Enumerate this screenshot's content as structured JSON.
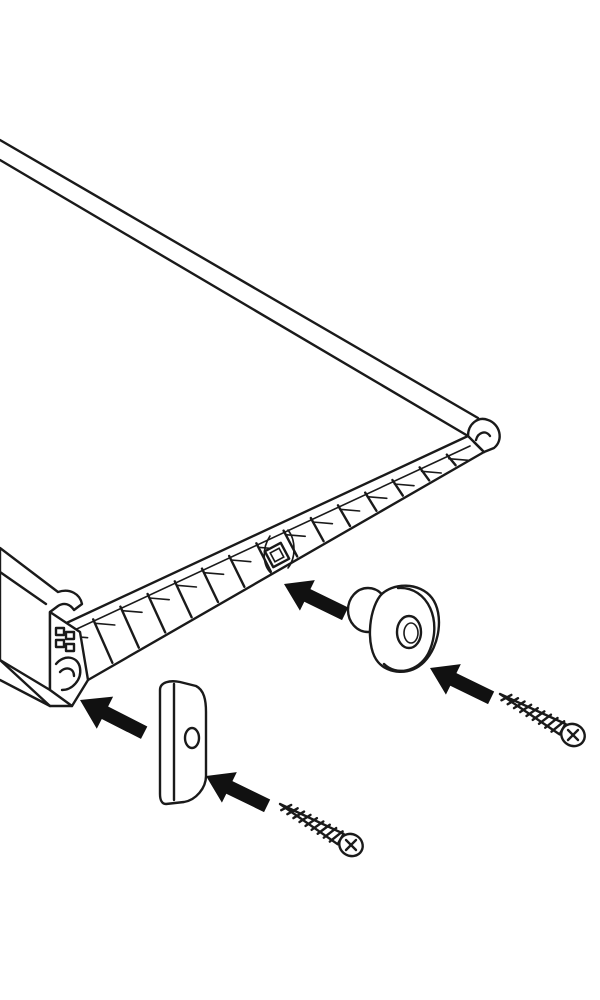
{
  "figure": {
    "kind": "assembly-instruction",
    "colors": {
      "line": "#1a1a1a",
      "fill": "#ffffff",
      "arrow": "#111111",
      "background": "#ffffff"
    },
    "parts": [
      {
        "name": "shelf-panel",
        "icon": "hollow-core-panel"
      },
      {
        "name": "side-rail",
        "icon": "profile-rail"
      },
      {
        "name": "end-cap",
        "icon": "end-cap-plate"
      },
      {
        "name": "round-spacer",
        "icon": "spacer-bushing"
      },
      {
        "name": "screw",
        "icon": "phillips-screw",
        "count": 2
      }
    ],
    "arrows": 4
  }
}
